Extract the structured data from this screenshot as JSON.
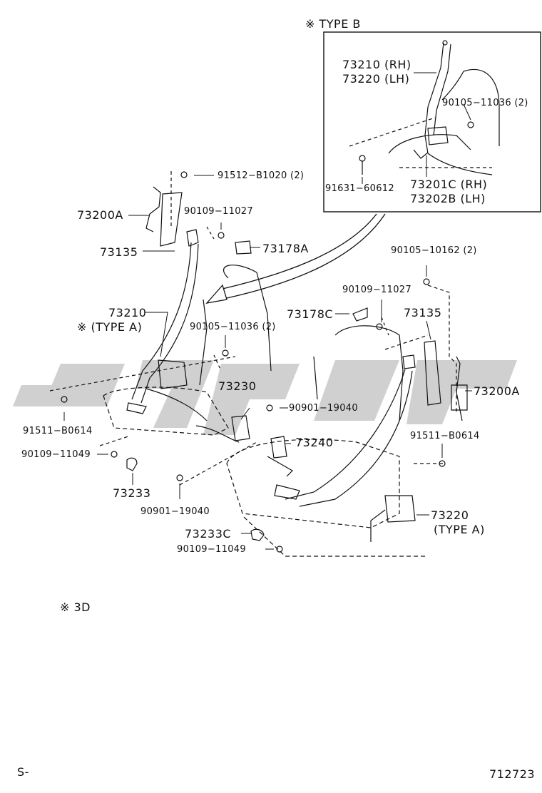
{
  "header": {
    "type_b_title": "※ TYPE B"
  },
  "labels": {
    "p73210_rh": "73210 (RH)",
    "p73220_lh": "73220 (LH)",
    "p90105_11036_b": "90105−11036 (2)",
    "p91631_60612": "91631−60612",
    "p73201c_rh": "73201C (RH)",
    "p73202b_lh": "73202B (LH)",
    "p91512_b1020": "91512−B1020 (2)",
    "p73200a_left": "73200A",
    "p90109_11027_left": "90109−11027",
    "p73178a": "73178A",
    "p73135_left": "73135",
    "p90105_10162": "90105−10162 (2)",
    "p90109_11027_right": "90109−11027",
    "p73178c": "73178C",
    "p73135_right": "73135",
    "p73210": "73210",
    "type_a_left": "※ (TYPE A)",
    "p90105_11036_a": "90105−11036 (2)",
    "p73200a_right": "73200A",
    "p73230": "73230",
    "p90901_19040_mid": "90901−19040",
    "p91511_b0614_left": "91511−B0614",
    "p91511_b0614_right": "91511−B0614",
    "p73240": "73240",
    "p90109_11049_left": "90109−11049",
    "p73233": "73233",
    "p73220": "73220",
    "type_a_right": "(TYPE A)",
    "p90901_19040_bottom": "90901−19040",
    "p73233c": "73233C",
    "p90109_11049_bottom": "90109−11049"
  },
  "footer": {
    "note_3d": "※  3D",
    "corner_left": "S-",
    "diagram_number": "712723"
  },
  "colors": {
    "line": "#111111",
    "watermark": "#c8c8c8"
  }
}
